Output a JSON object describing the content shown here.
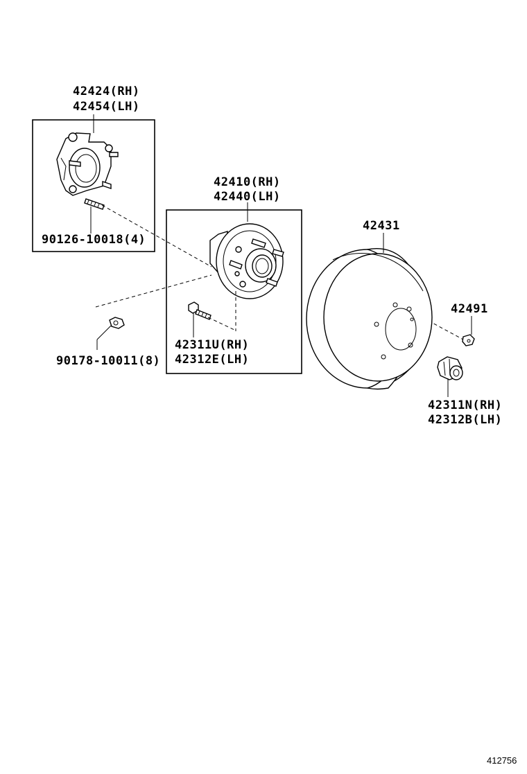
{
  "labels": {
    "knuckle_rh": "42424(RH)",
    "knuckle_lh": "42454(LH)",
    "knuckle_bolt": "90126-10018(4)",
    "hub_rh": "42410(RH)",
    "hub_lh": "42440(LH)",
    "hub_nut": "90178-10011(8)",
    "hub_bolt_rh": "42311U(RH)",
    "hub_bolt_lh": "42312E(LH)",
    "disc": "42431",
    "disc_screw": "42491",
    "wheel_nut_rh": "42311N(RH)",
    "wheel_nut_lh": "42312B(LH)"
  },
  "figure_number": "412756"
}
